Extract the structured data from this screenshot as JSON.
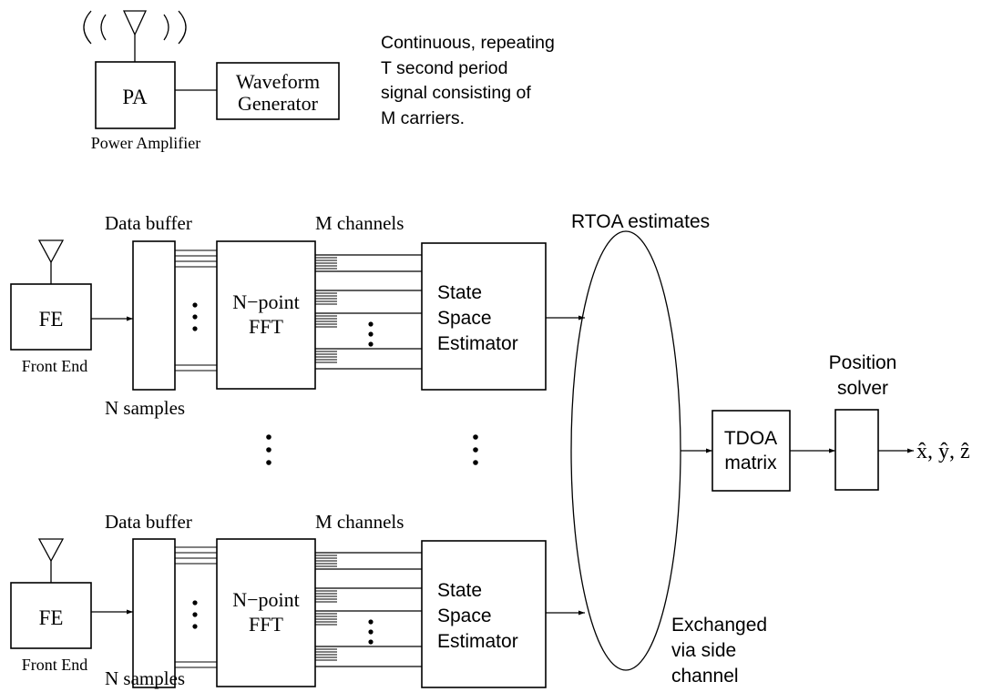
{
  "transmitter": {
    "pa_label": "PA",
    "pa_caption": "Power Amplifier",
    "waveform_line1": "Waveform",
    "waveform_line2": "Generator",
    "description": [
      "Continuous, repeating",
      "T second period",
      "signal consisting of",
      "M carriers."
    ]
  },
  "receivers": [
    {
      "fe_label": "FE",
      "fe_caption": "Front End",
      "buffer_label": "Data buffer",
      "samples_label": "N samples",
      "fft_line1": "N−point",
      "fft_line2": "FFT",
      "channels_label": "M channels",
      "estimator_line1": "State",
      "estimator_line2": "Space",
      "estimator_line3": "Estimator"
    },
    {
      "fe_label": "FE",
      "fe_caption": "Front End",
      "buffer_label": "Data buffer",
      "samples_label": "N samples",
      "fft_line1": "N−point",
      "fft_line2": "FFT",
      "channels_label": "M channels",
      "estimator_line1": "State",
      "estimator_line2": "Space",
      "estimator_line3": "Estimator"
    }
  ],
  "rtoa_label": "RTOA estimates",
  "exchange_label": [
    "Exchanged",
    "via side",
    "channel"
  ],
  "tdoa": {
    "line1": "TDOA",
    "line2": "matrix"
  },
  "position_solver": {
    "line1": "Position",
    "line2": "solver"
  },
  "output_label": "x̂, ŷ, ẑ"
}
